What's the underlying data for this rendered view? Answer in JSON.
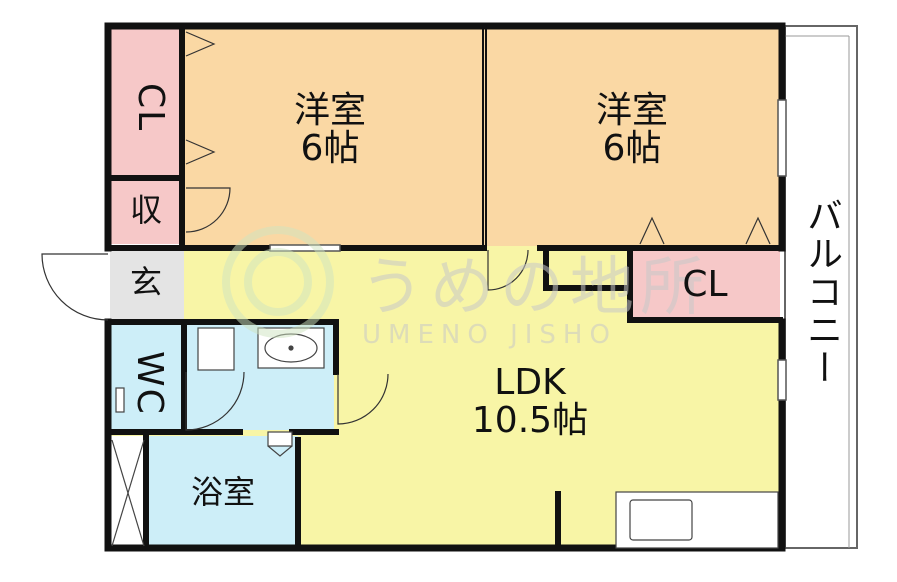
{
  "rooms": {
    "bedroom_left": {
      "name": "洋室",
      "size": "6帖"
    },
    "bedroom_right": {
      "name": "洋室",
      "size": "6帖"
    },
    "closet_left": "CL",
    "closet_right": "CL",
    "storage": "収",
    "entrance": "玄",
    "toilet": "WC",
    "bath": "浴室",
    "ldk": {
      "name": "LDK",
      "size": "10.5帖"
    },
    "balcony": "バルコニー"
  },
  "watermark": {
    "jp": "うめの地所",
    "en": "UMENO JISHO"
  },
  "colors": {
    "bedroom": "#fad8a4",
    "closet": "#f6c8c8",
    "ldk": "#f8f5a6",
    "wet": "#cdeef8",
    "entrance": "#e4e4e4",
    "wall": "#111111"
  }
}
